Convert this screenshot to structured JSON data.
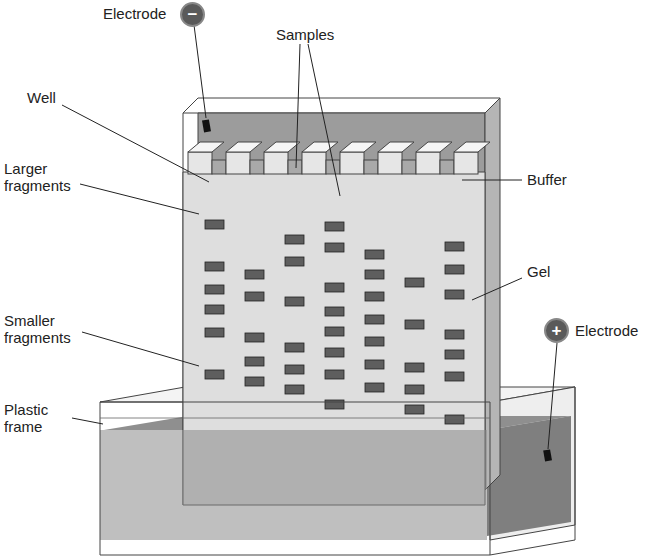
{
  "diagram": {
    "nodes": [
      {
        "text": [
          "−"
        ]
      },
      {
        "text": [
          "+"
        ]
      }
    ],
    "labels": [
      "Electrode",
      "Samples",
      "Well",
      "Larger fragments",
      "Buffer",
      "Gel",
      "Smaller fragments",
      "Plastic frame",
      "Electrode"
    ]
  }
}
